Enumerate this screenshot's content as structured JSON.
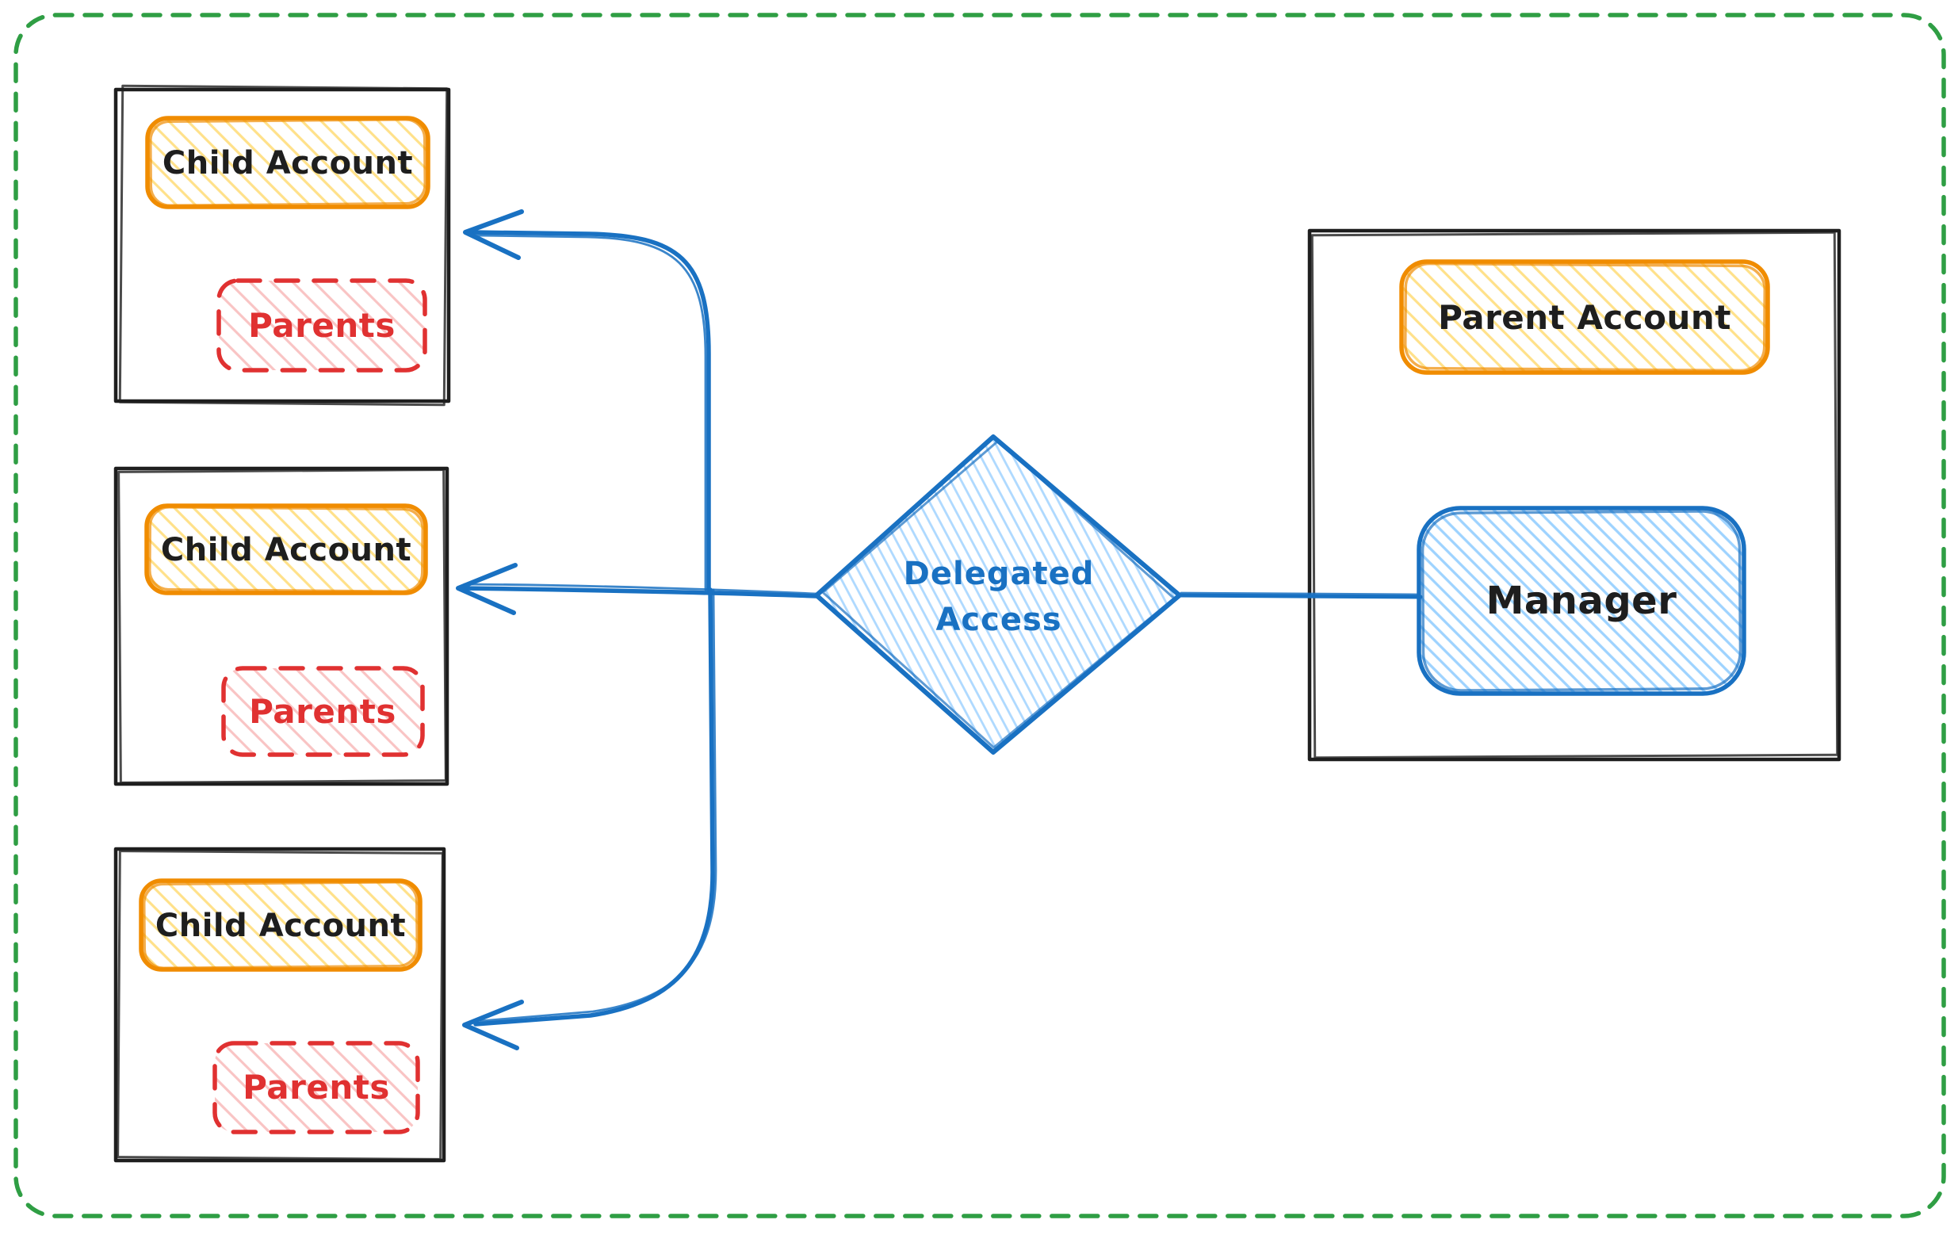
{
  "child_boxes": [
    {
      "title": "Child Account",
      "badge": "Parents"
    },
    {
      "title": "Child Account",
      "badge": "Parents"
    },
    {
      "title": "Child Account",
      "badge": "Parents"
    }
  ],
  "parent_box": {
    "title": "Parent Account",
    "manager": "Manager"
  },
  "decision": {
    "line1": "Delegated",
    "line2": "Access"
  },
  "colors": {
    "canvas_border": "#2f9e44",
    "ink": "#1e1e1e",
    "orange": "#f08c00",
    "yellow_fill": "#ffe18a",
    "red": "#e03131",
    "red_fill": "#f9c4c4",
    "blue": "#1971c2",
    "blue_fill": "#9ed3ff",
    "blue_fill_light": "#aed9ff"
  }
}
